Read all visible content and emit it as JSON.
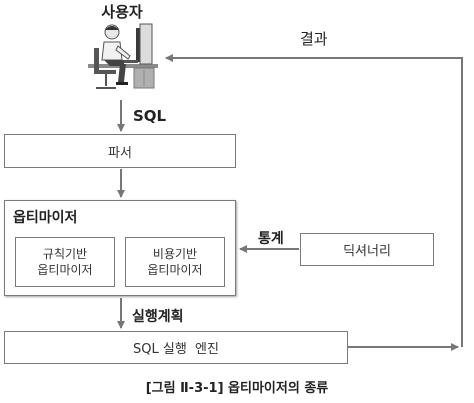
{
  "user": {
    "label": "사용자",
    "icon": "user-at-computer-icon"
  },
  "result_label": "결과",
  "sql_label": "SQL",
  "parser": {
    "label": "파서"
  },
  "optimizer": {
    "title": "옵티마이저",
    "rule_based": {
      "line1": "규칙기반",
      "line2": "옵티마이저"
    },
    "cost_based": {
      "line1": "비용기반",
      "line2": "옵티마이저"
    }
  },
  "statistics_label": "통계",
  "dictionary": {
    "label": "딕셔너리"
  },
  "plan_label": "실행계획",
  "engine": {
    "label": "SQL 실행  엔진"
  },
  "caption": "[그림 Ⅱ-3-1] 옵티마이저의 종류"
}
